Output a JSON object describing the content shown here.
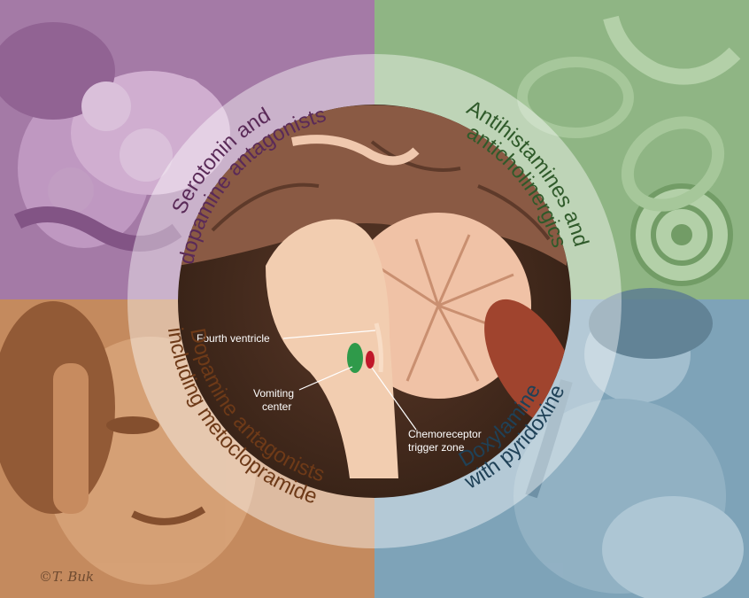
{
  "quadrants": {
    "top_left": {
      "line1": "Serotonin and",
      "line2": "dopamine antagonists",
      "tint": "#a47aa6",
      "text_color": "#5a2a58"
    },
    "top_right": {
      "line1": "Antihistamines and",
      "line2": "anticholinergics",
      "tint": "#8fb584",
      "text_color": "#2f5a2a"
    },
    "bottom_left": {
      "line1": "Dopamine antagonists",
      "line2": "including metoclopramide",
      "tint": "#c48a5e",
      "text_color": "#6e3a18"
    },
    "bottom_right": {
      "line1": "Doxylamine",
      "line2": "with pyridoxine",
      "tint": "#7ea3b8",
      "text_color": "#1f4157"
    }
  },
  "labels": {
    "fourth_ventricle": "Fourth ventricle",
    "vomiting_center_1": "Vomiting",
    "vomiting_center_2": "center",
    "ctz_1": "Chemoreceptor",
    "ctz_2": "trigger zone"
  },
  "signature": "©T. Buk",
  "colors": {
    "vomiting_center": "#2f9a4a",
    "chemoreceptor_trigger_zone": "#c0182a",
    "brainstem": "#f2cdb0",
    "cerebellum": "#f0c2a6",
    "ring": "#ffffff"
  }
}
